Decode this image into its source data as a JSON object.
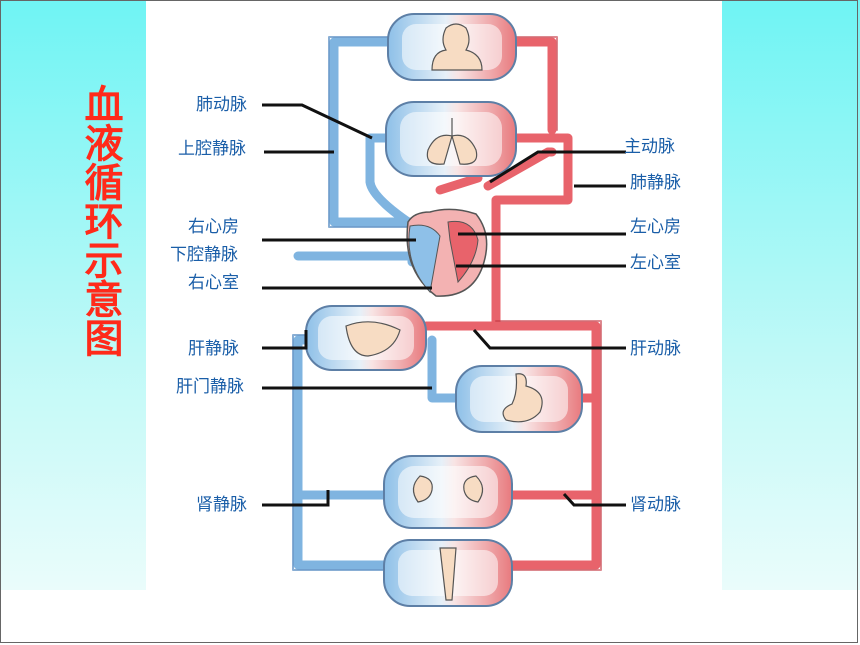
{
  "title": "血液循环示意图",
  "labels": {
    "pulmonary_artery": "肺动脉",
    "superior_vena_cava": "上腔静脉",
    "right_atrium": "右心房",
    "inferior_vena_cava": "下腔静脉",
    "right_ventricle": "右心室",
    "hepatic_vein": "肝静脉",
    "hepatic_portal_vein": "肝门静脉",
    "renal_vein": "肾静脉",
    "aorta": "主动脉",
    "pulmonary_vein": "肺静脉",
    "left_atrium": "左心房",
    "left_ventricle": "左心室",
    "hepatic_artery": "肝动脉",
    "renal_artery": "肾动脉"
  },
  "colors": {
    "title": "#ff2a1a",
    "label": "#1a5ea8",
    "vein": "#7fb4e0",
    "artery": "#e8636b",
    "tissue": "#f7dcc3"
  }
}
